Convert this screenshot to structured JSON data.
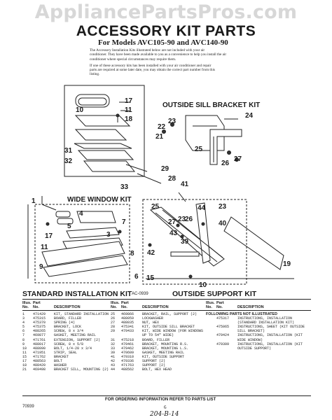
{
  "watermark": "AppliancePartsPros.com",
  "title": "ACCESSORY KIT PARTS",
  "subtitle": "For Models  AVC105-90  and  AVC140-90",
  "intro": [
    "The Accessory Installation Kits illustrated below are not included with your air",
    "conditioner. They have been made available to you as a convenience to help you install the air",
    "conditioner where special circumstances may require them.",
    "If one of these accessory kits has been installed with your air conditioner and repair",
    "parts are required at some later date, you may obtain the correct part number from this",
    "listing."
  ],
  "sections": {
    "outside_sill": "OUTSIDE SILL BRACKET KIT",
    "wide_window": "WIDE WINDOW KIT",
    "standard": "STANDARD INSTALLATION KIT",
    "ac_code": "AC-0939",
    "outside_support": "OUTSIDE SUPPORT KIT"
  },
  "labels": [
    "17",
    "11",
    "18",
    "10",
    "31",
    "32",
    "33",
    "29",
    "28",
    "24",
    "22",
    "23",
    "21",
    "25",
    "26",
    "27",
    "41",
    "44",
    "43",
    "39",
    "42",
    "19",
    "15",
    "10",
    "1",
    "4",
    "5",
    "3",
    "7",
    "17",
    "11",
    "8",
    "9",
    "6",
    "25",
    "23",
    "26",
    "27",
    "40"
  ],
  "table": {
    "headers": {
      "ill": "Illus. No.",
      "part": "Part No.",
      "desc": "DESCRIPTION"
    },
    "col1": [
      [
        "1",
        "471429",
        "KIT, STANDARD INSTALLATION"
      ],
      [
        "3",
        "475315",
        "BOARD, FILLER"
      ],
      [
        "4",
        "475370",
        "SPRING (4)"
      ],
      [
        "5",
        "475375",
        "BRACKET, LOCK"
      ],
      [
        "6",
        "488265",
        "SCREW, 8 x 3/4"
      ],
      [
        "7",
        "469877",
        "GASKET, MEETING RAIL"
      ],
      [
        "8",
        "471761",
        "EXTENSION, SUPPORT (2)"
      ],
      [
        "9",
        "488017",
        "SCREW, 8 x 5/8"
      ],
      [
        "10",
        "488090",
        "BOLT, 1/4-20 x 3/4"
      ],
      [
        "11",
        "471951",
        "STRIP, SEAL"
      ],
      [
        "15",
        "471762",
        "BRACKET"
      ],
      [
        "17",
        "488563",
        "BOLT"
      ],
      [
        "18",
        "488420",
        "WASHER"
      ],
      [
        "21",
        "469498",
        "BRACKET SILL, MOUNTING (2)"
      ]
    ],
    "col2": [
      [
        "25",
        "469866",
        "BRACKET, RAIL, SUPPORT (2)"
      ],
      [
        "26",
        "488059",
        "LOCKWASHER"
      ],
      [
        "27",
        "488035",
        "NUT, HEX"
      ],
      [
        "28",
        "475341",
        "KIT, OUTSIDE SILL BRACKET"
      ],
      [
        "29",
        "479433",
        "KIT, WIDE WINDOW (FOR WINDOWS UP TO 54\" WIDE)"
      ],
      [
        "31",
        "475218",
        "BOARD, FILLER"
      ],
      [
        "32",
        "479461",
        "BRACKET, MOUNTING R.S."
      ],
      [
        "33",
        "479462",
        "BRACKET, MOUNTING L.S."
      ],
      [
        "39",
        "470609",
        "GASKET, MEETING RAIL"
      ],
      [
        "41",
        "479310",
        "KIT, OUTSIDE SUPPORT"
      ],
      [
        "42",
        "479336",
        "SUPPORT (2)"
      ],
      [
        "43",
        "471763",
        "SUPPORT (2)"
      ],
      [
        "44",
        "488562",
        "BOLT, HEX HEAD"
      ]
    ],
    "col3_header": "FOLLOWING PARTS NOT ILLUSTRATED",
    "col3": [
      [
        "",
        "475317",
        "INSTRUCTIONS, INSTALLATION (STANDARD INSTALLATION KIT)"
      ],
      [
        "",
        "475065",
        "INSTRUCTIONS, SHEET (KIT OUTSIDE SILL BRACKET)"
      ],
      [
        "",
        "479424",
        "INSTRUCTIONS, INSTALLATION (KIT WIDE WINDOW)"
      ],
      [
        "",
        "479309",
        "INSTRUCTIONS, INSTALLATION (KIT OUTSIDE SUPPORT)"
      ]
    ]
  },
  "footer": {
    "order": "FOR ORDERING INFORMATION REFER TO PARTS LIST",
    "code": "70939",
    "page": "6",
    "handwritten": "204-B-14"
  }
}
